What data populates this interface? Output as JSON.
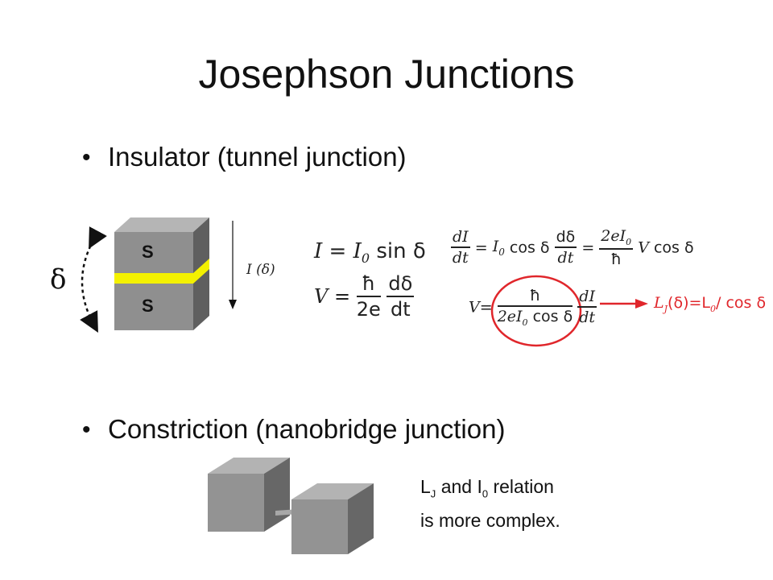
{
  "slide": {
    "title": "Josephson Junctions",
    "bullets": [
      {
        "symbol": "•",
        "text": "Insulator (tunnel junction)"
      },
      {
        "symbol": "•",
        "text": "Constriction (nanobridge junction)"
      }
    ]
  },
  "junction_diagram": {
    "top_label": "S",
    "bottom_label": "S",
    "phase_symbol": "δ",
    "current_label": "I (δ)",
    "insulator_color": "#f4f100",
    "block_color": "#8f8f8f"
  },
  "equations_left": {
    "eq1": {
      "lhs": "I",
      "eq": "=",
      "rhs_var": "I",
      "rhs_sub": "0",
      "func": "sin",
      "arg": "δ"
    },
    "eq2": {
      "lhs": "V",
      "eq": "=",
      "f1_num": "ħ",
      "f1_den": "2e",
      "f2_num": "dδ",
      "f2_den": "dt"
    }
  },
  "equations_right": {
    "row1": {
      "f1_num": "dI",
      "f1_den": "dt",
      "eq1": "=",
      "i": "I",
      "i_sub": "0",
      "cos1": "cos",
      "delta1": "δ",
      "f2_num": "dδ",
      "f2_den": "dt",
      "eq2": "=",
      "f3_num": "2eI",
      "f3_num_sub": "0",
      "f3_den": "ħ",
      "v": "V",
      "cos2": "cos",
      "delta2": "δ"
    },
    "row2": {
      "v": "V",
      "eq": "=",
      "f1_num": "ħ",
      "f1_den_a": "2eI",
      "f1_den_sub": "0",
      "f1_den_b": "cos",
      "f1_den_delta": "δ",
      "f2_num": "dI",
      "f2_den": "dt",
      "result_a": "L",
      "result_sub": "J",
      "result_b": "(δ)=L",
      "result_sub2": "0",
      "result_c": "/ cos δ"
    },
    "highlight_color": "#e0262b"
  },
  "note": {
    "l_letter": "L",
    "l_sub": "J",
    "and": "and",
    "i_letter": "I",
    "i_sub": "0",
    "line1_tail": "relation",
    "line2": "is more complex."
  }
}
